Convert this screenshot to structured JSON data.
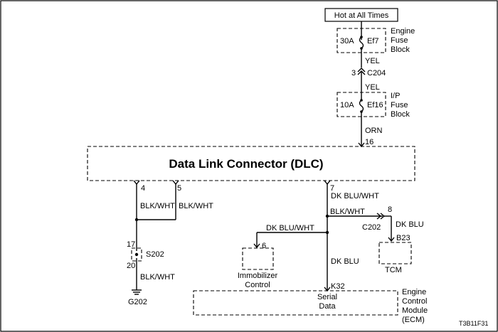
{
  "power": {
    "label": "Hot at All Times"
  },
  "fuses": [
    {
      "rating": "30A",
      "id": "Ef7",
      "block": [
        "Engine",
        "Fuse",
        "Block"
      ]
    },
    {
      "rating": "10A",
      "id": "Ef16",
      "block": [
        "I/P",
        "Fuse",
        "Block"
      ]
    }
  ],
  "wires": {
    "yel_1": "YEL",
    "yel_2": "YEL",
    "orn": "ORN",
    "blk_wht_4": "BLK/WHT",
    "blk_wht_5": "BLK/WHT",
    "blk_wht_ground": "BLK/WHT",
    "dk_blu_wht_main": "DK BLU/WHT",
    "dk_blu_wht_immo": "DK BLU/WHT",
    "blk_wht_tcm": "BLK/WHT",
    "dk_blu_tcm": "DK BLU",
    "dk_blu_ecm": "DK BLU"
  },
  "connectors": {
    "c204_pin": "3",
    "c204_name": "C204",
    "c202_pin": "8",
    "c202_name": "C202",
    "splice_top_pin": "17",
    "splice_bottom_pin": "20",
    "splice_name": "S202",
    "ground": "G202"
  },
  "dlc": {
    "title": "Data Link Connector (DLC)",
    "pin_16": "16",
    "pin_4": "4",
    "pin_5": "5",
    "pin_7": "7"
  },
  "immobilizer": {
    "pin": "6",
    "label_1": "Immobilizer",
    "label_2": "Control"
  },
  "tcm": {
    "pin": "B23",
    "label": "TCM"
  },
  "ecm": {
    "pin": "K32",
    "terminal_1": "Serial",
    "terminal_2": "Data",
    "label": [
      "Engine",
      "Control",
      "Module",
      "(ECM)"
    ]
  },
  "figure_code": "T3B11F31"
}
